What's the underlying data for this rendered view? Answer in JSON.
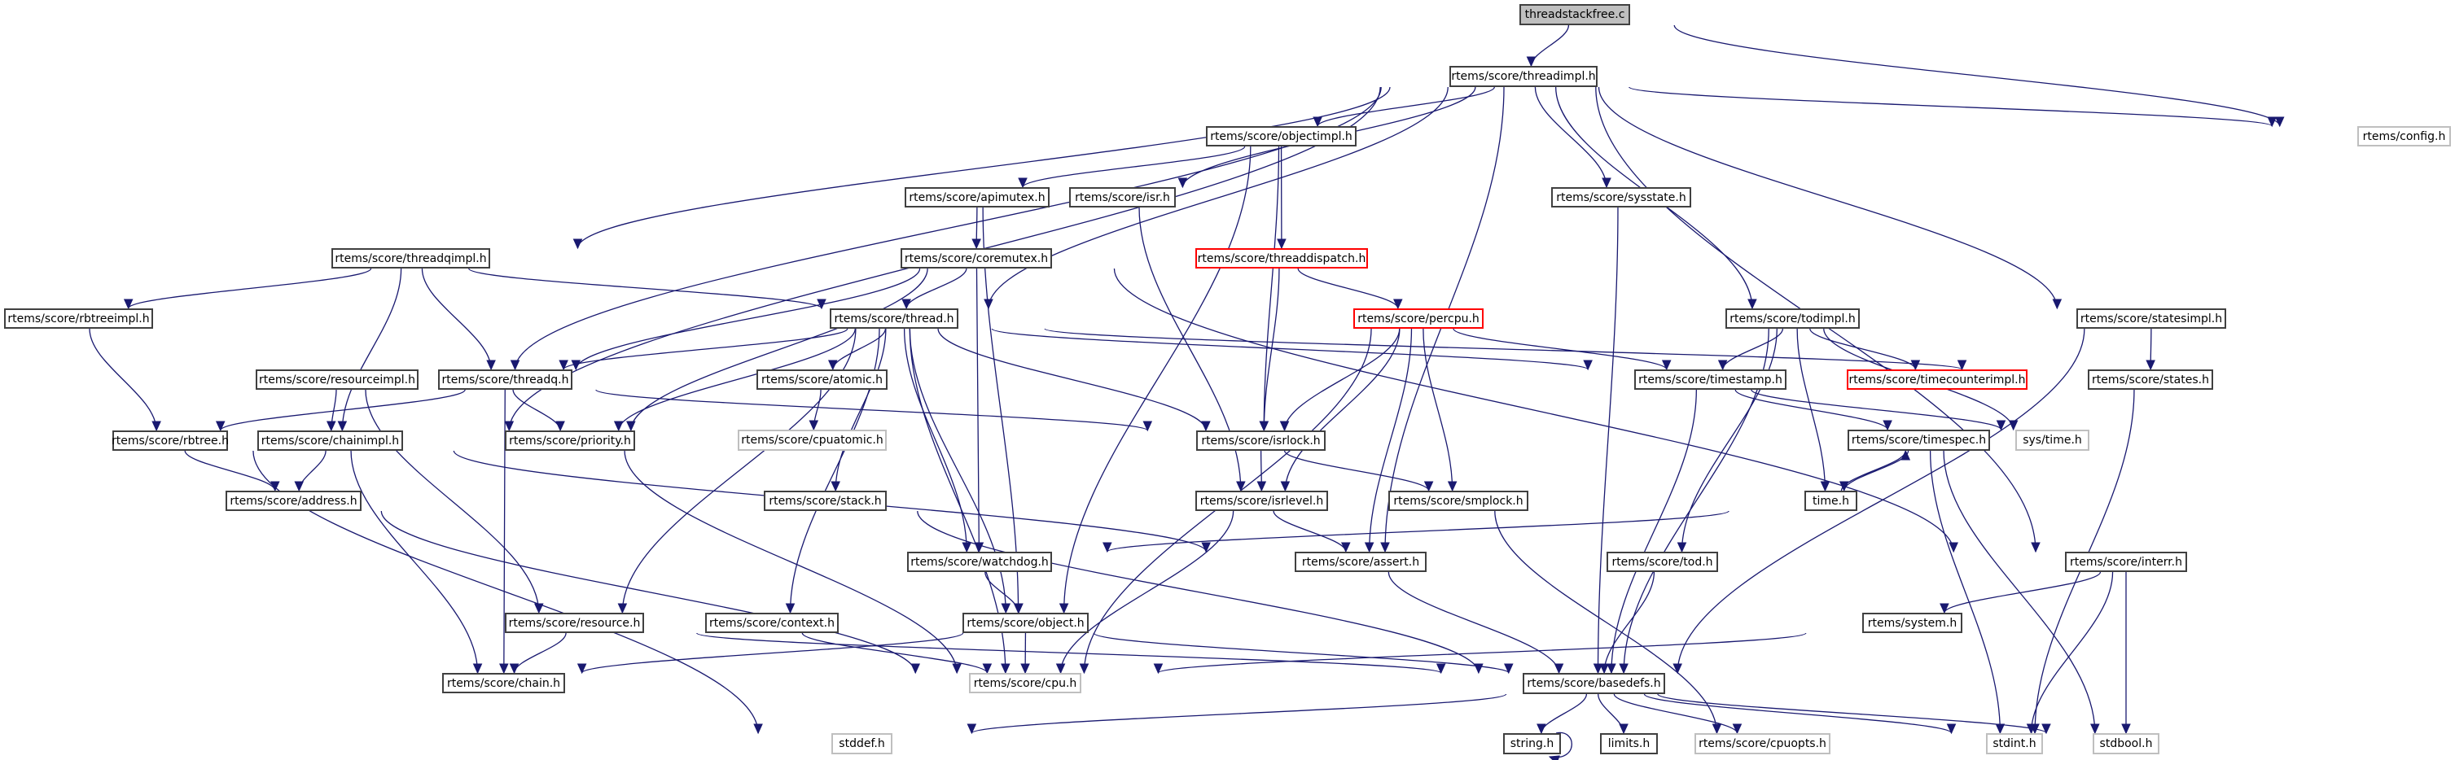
{
  "title": "threadstackfree.c include dependency graph",
  "colors": {
    "edge": "#191970",
    "root_fill": "#bfbfbf",
    "documented_border": "#404040",
    "external_border": "#bfbfbf",
    "truncated_border": "#ff0000"
  },
  "nodes": [
    {
      "id": "threadstackfree_c",
      "label": "threadstackfree.c",
      "kind": "root"
    },
    {
      "id": "threadimpl_h",
      "label": "rtems/score/threadimpl.h",
      "kind": "documented"
    },
    {
      "id": "config_h",
      "label": "rtems/config.h",
      "kind": "external"
    },
    {
      "id": "objectimpl_h",
      "label": "rtems/score/objectimpl.h",
      "kind": "documented"
    },
    {
      "id": "apimutex_h",
      "label": "rtems/score/apimutex.h",
      "kind": "documented"
    },
    {
      "id": "isr_h",
      "label": "rtems/score/isr.h",
      "kind": "documented"
    },
    {
      "id": "sysstate_h",
      "label": "rtems/score/sysstate.h",
      "kind": "documented"
    },
    {
      "id": "threadqimpl_h",
      "label": "rtems/score/threadqimpl.h",
      "kind": "documented"
    },
    {
      "id": "coremutex_h",
      "label": "rtems/score/coremutex.h",
      "kind": "documented"
    },
    {
      "id": "threaddispatch_h",
      "label": "rtems/score/threaddispatch.h",
      "kind": "truncated"
    },
    {
      "id": "rbtreeimpl_h",
      "label": "rtems/score/rbtreeimpl.h",
      "kind": "documented"
    },
    {
      "id": "thread_h",
      "label": "rtems/score/thread.h",
      "kind": "documented"
    },
    {
      "id": "percpu_h",
      "label": "rtems/score/percpu.h",
      "kind": "truncated"
    },
    {
      "id": "todimpl_h",
      "label": "rtems/score/todimpl.h",
      "kind": "documented"
    },
    {
      "id": "statesimpl_h",
      "label": "rtems/score/statesimpl.h",
      "kind": "documented"
    },
    {
      "id": "resourceimpl_h",
      "label": "rtems/score/resourceimpl.h",
      "kind": "documented"
    },
    {
      "id": "threadq_h",
      "label": "rtems/score/threadq.h",
      "kind": "documented"
    },
    {
      "id": "atomic_h",
      "label": "rtems/score/atomic.h",
      "kind": "documented"
    },
    {
      "id": "timestamp_h",
      "label": "rtems/score/timestamp.h",
      "kind": "documented"
    },
    {
      "id": "timecounterimpl_h",
      "label": "rtems/score/timecounterimpl.h",
      "kind": "truncated"
    },
    {
      "id": "states_h",
      "label": "rtems/score/states.h",
      "kind": "documented"
    },
    {
      "id": "rbtree_h",
      "label": "rtems/score/rbtree.h",
      "kind": "documented"
    },
    {
      "id": "chainimpl_h",
      "label": "rtems/score/chainimpl.h",
      "kind": "documented"
    },
    {
      "id": "priority_h",
      "label": "rtems/score/priority.h",
      "kind": "documented"
    },
    {
      "id": "cpuatomic_h",
      "label": "rtems/score/cpuatomic.h",
      "kind": "external"
    },
    {
      "id": "isrlock_h",
      "label": "rtems/score/isrlock.h",
      "kind": "documented"
    },
    {
      "id": "timespec_h",
      "label": "rtems/score/timespec.h",
      "kind": "documented"
    },
    {
      "id": "systime_h",
      "label": "sys/time.h",
      "kind": "external"
    },
    {
      "id": "address_h",
      "label": "rtems/score/address.h",
      "kind": "documented"
    },
    {
      "id": "stack_h",
      "label": "rtems/score/stack.h",
      "kind": "documented"
    },
    {
      "id": "isrlevel_h",
      "label": "rtems/score/isrlevel.h",
      "kind": "documented"
    },
    {
      "id": "smplock_h",
      "label": "rtems/score/smplock.h",
      "kind": "documented"
    },
    {
      "id": "time_h",
      "label": "time.h",
      "kind": "documented"
    },
    {
      "id": "watchdog_h",
      "label": "rtems/score/watchdog.h",
      "kind": "documented"
    },
    {
      "id": "assert_h",
      "label": "rtems/score/assert.h",
      "kind": "documented"
    },
    {
      "id": "tod_h",
      "label": "rtems/score/tod.h",
      "kind": "documented"
    },
    {
      "id": "interr_h",
      "label": "rtems/score/interr.h",
      "kind": "documented"
    },
    {
      "id": "resource_h",
      "label": "rtems/score/resource.h",
      "kind": "documented"
    },
    {
      "id": "context_h",
      "label": "rtems/score/context.h",
      "kind": "documented"
    },
    {
      "id": "object_h",
      "label": "rtems/score/object.h",
      "kind": "documented"
    },
    {
      "id": "system_h",
      "label": "rtems/system.h",
      "kind": "documented"
    },
    {
      "id": "chain_h",
      "label": "rtems/score/chain.h",
      "kind": "documented"
    },
    {
      "id": "cpu_h",
      "label": "rtems/score/cpu.h",
      "kind": "external"
    },
    {
      "id": "basedefs_h",
      "label": "rtems/score/basedefs.h",
      "kind": "documented"
    },
    {
      "id": "stddef_h",
      "label": "stddef.h",
      "kind": "external"
    },
    {
      "id": "string_h",
      "label": "string.h",
      "kind": "documented"
    },
    {
      "id": "limits_h",
      "label": "limits.h",
      "kind": "documented"
    },
    {
      "id": "cpuopts_h",
      "label": "rtems/score/cpuopts.h",
      "kind": "external"
    },
    {
      "id": "stdint_h",
      "label": "stdint.h",
      "kind": "external"
    },
    {
      "id": "stdbool_h",
      "label": "stdbool.h",
      "kind": "external"
    }
  ],
  "edges": [
    [
      "threadstackfree_c",
      "threadimpl_h"
    ],
    [
      "threadstackfree_c",
      "config_h"
    ],
    [
      "threadimpl_h",
      "config_h"
    ],
    [
      "threadimpl_h",
      "objectimpl_h"
    ],
    [
      "threadimpl_h",
      "isr_h"
    ],
    [
      "threadimpl_h",
      "sysstate_h"
    ],
    [
      "threadimpl_h",
      "threadqimpl_h"
    ],
    [
      "threadimpl_h",
      "thread_h"
    ],
    [
      "threadimpl_h",
      "todimpl_h"
    ],
    [
      "threadimpl_h",
      "statesimpl_h"
    ],
    [
      "threadimpl_h",
      "resourceimpl_h"
    ],
    [
      "threadimpl_h",
      "chainimpl_h"
    ],
    [
      "threadimpl_h",
      "assert_h"
    ],
    [
      "threadimpl_h",
      "interr_h"
    ],
    [
      "objectimpl_h",
      "apimutex_h"
    ],
    [
      "objectimpl_h",
      "threaddispatch_h"
    ],
    [
      "objectimpl_h",
      "isrlock_h"
    ],
    [
      "objectimpl_h",
      "object_h"
    ],
    [
      "apimutex_h",
      "coremutex_h"
    ],
    [
      "apimutex_h",
      "object_h"
    ],
    [
      "isr_h",
      "isrlevel_h"
    ],
    [
      "sysstate_h",
      "basedefs_h"
    ],
    [
      "threadqimpl_h",
      "rbtreeimpl_h"
    ],
    [
      "threadqimpl_h",
      "chainimpl_h"
    ],
    [
      "threadqimpl_h",
      "threadq_h"
    ],
    [
      "threadqimpl_h",
      "thread_h"
    ],
    [
      "coremutex_h",
      "thread_h"
    ],
    [
      "coremutex_h",
      "threadq_h"
    ],
    [
      "coremutex_h",
      "priority_h"
    ],
    [
      "coremutex_h",
      "watchdog_h"
    ],
    [
      "coremutex_h",
      "interr_h"
    ],
    [
      "threaddispatch_h",
      "percpu_h"
    ],
    [
      "threaddispatch_h",
      "isrlock_h"
    ],
    [
      "rbtreeimpl_h",
      "rbtree_h"
    ],
    [
      "thread_h",
      "threadq_h"
    ],
    [
      "thread_h",
      "priority_h"
    ],
    [
      "thread_h",
      "atomic_h"
    ],
    [
      "thread_h",
      "isrlock_h"
    ],
    [
      "thread_h",
      "timestamp_h"
    ],
    [
      "thread_h",
      "states_h"
    ],
    [
      "thread_h",
      "stack_h"
    ],
    [
      "thread_h",
      "watchdog_h"
    ],
    [
      "thread_h",
      "object_h"
    ],
    [
      "thread_h",
      "resource_h"
    ],
    [
      "thread_h",
      "context_h"
    ],
    [
      "thread_h",
      "cpu_h"
    ],
    [
      "percpu_h",
      "timestamp_h"
    ],
    [
      "percpu_h",
      "isrlock_h"
    ],
    [
      "percpu_h",
      "isrlevel_h"
    ],
    [
      "percpu_h",
      "smplock_h"
    ],
    [
      "percpu_h",
      "assert_h"
    ],
    [
      "percpu_h",
      "cpu_h"
    ],
    [
      "todimpl_h",
      "timestamp_h"
    ],
    [
      "todimpl_h",
      "timecounterimpl_h"
    ],
    [
      "todimpl_h",
      "systime_h"
    ],
    [
      "todimpl_h",
      "time_h"
    ],
    [
      "todimpl_h",
      "tod_h"
    ],
    [
      "todimpl_h",
      "basedefs_h"
    ],
    [
      "statesimpl_h",
      "states_h"
    ],
    [
      "statesimpl_h",
      "basedefs_h"
    ],
    [
      "resourceimpl_h",
      "chainimpl_h"
    ],
    [
      "resourceimpl_h",
      "resource_h"
    ],
    [
      "threadq_h",
      "rbtree_h"
    ],
    [
      "threadq_h",
      "priority_h"
    ],
    [
      "threadq_h",
      "isrlock_h"
    ],
    [
      "threadq_h",
      "chain_h"
    ],
    [
      "atomic_h",
      "cpuatomic_h"
    ],
    [
      "timestamp_h",
      "timespec_h"
    ],
    [
      "timestamp_h",
      "systime_h"
    ],
    [
      "timestamp_h",
      "basedefs_h"
    ],
    [
      "states_h",
      "stdint_h"
    ],
    [
      "rbtree_h",
      "address_h"
    ],
    [
      "rbtree_h",
      "stddef_h"
    ],
    [
      "chainimpl_h",
      "address_h"
    ],
    [
      "chainimpl_h",
      "chain_h"
    ],
    [
      "chainimpl_h",
      "assert_h"
    ],
    [
      "priority_h",
      "cpu_h"
    ],
    [
      "isrlock_h",
      "isrlevel_h"
    ],
    [
      "isrlock_h",
      "smplock_h"
    ],
    [
      "timespec_h",
      "time_h"
    ],
    [
      "timespec_h",
      "stdint_h"
    ],
    [
      "timespec_h",
      "stdbool_h"
    ],
    [
      "time_h",
      "timespec_h"
    ],
    [
      "time_h",
      "watchdog_h"
    ],
    [
      "address_h",
      "cpu_h"
    ],
    [
      "stack_h",
      "basedefs_h"
    ],
    [
      "isrlevel_h",
      "assert_h"
    ],
    [
      "isrlevel_h",
      "cpu_h"
    ],
    [
      "smplock_h",
      "cpuopts_h"
    ],
    [
      "watchdog_h",
      "object_h"
    ],
    [
      "assert_h",
      "basedefs_h"
    ],
    [
      "tod_h",
      "basedefs_h"
    ],
    [
      "interr_h",
      "system_h"
    ],
    [
      "interr_h",
      "stdint_h"
    ],
    [
      "interr_h",
      "stdbool_h"
    ],
    [
      "resource_h",
      "chain_h"
    ],
    [
      "resource_h",
      "basedefs_h"
    ],
    [
      "context_h",
      "cpu_h"
    ],
    [
      "object_h",
      "chain_h"
    ],
    [
      "object_h",
      "cpu_h"
    ],
    [
      "object_h",
      "basedefs_h"
    ],
    [
      "system_h",
      "cpu_h"
    ],
    [
      "basedefs_h",
      "string_h"
    ],
    [
      "basedefs_h",
      "limits_h"
    ],
    [
      "basedefs_h",
      "cpuopts_h"
    ],
    [
      "basedefs_h",
      "stdint_h"
    ],
    [
      "basedefs_h",
      "stdbool_h"
    ],
    [
      "basedefs_h",
      "stddef_h"
    ],
    [
      "string_h",
      "string_h"
    ]
  ]
}
